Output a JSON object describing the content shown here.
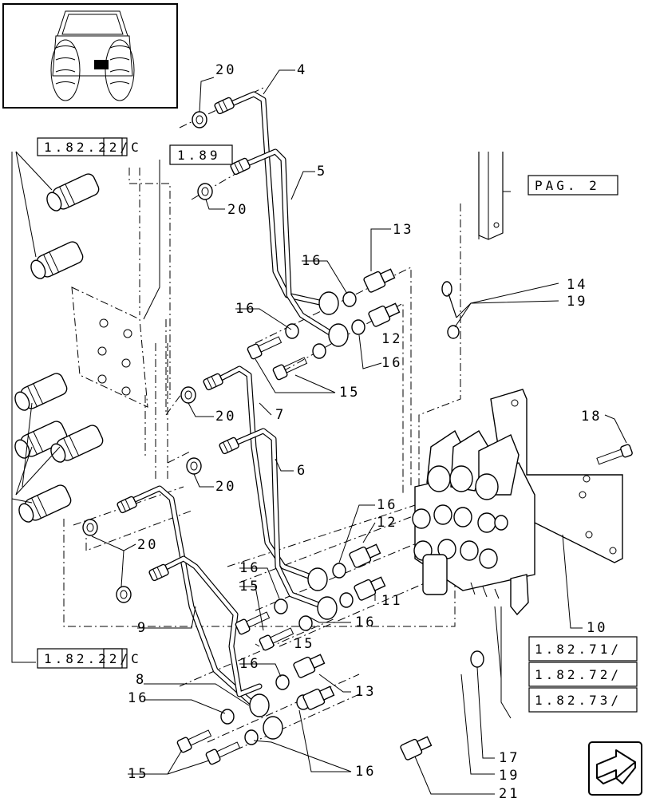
{
  "references": {
    "ref_top": "1.82.22/C",
    "ref_top_2": "1.89",
    "ref_bottom": "1.82.22/C",
    "page": "PAG. 2",
    "side": [
      "1.82.71/",
      "1.82.72/",
      "1.82.73/"
    ]
  },
  "callouts": {
    "c20a": "20",
    "c4": "4",
    "c5": "5",
    "c20b": "20",
    "c13a": "13",
    "c16a": "16",
    "c14": "14",
    "c19a": "19",
    "c16b": "16",
    "c12a": "12",
    "c16c": "16",
    "c15a": "15",
    "c20c": "20",
    "c7": "7",
    "c18": "18",
    "c6": "6",
    "c20d": "20",
    "c16d": "16",
    "c12b": "12",
    "c20e": "20",
    "c16e": "16",
    "c15b": "15",
    "c11": "11",
    "c16f": "16",
    "c9": "9",
    "c10": "10",
    "c15c": "15",
    "c16g": "16",
    "c8": "8",
    "c13b": "13",
    "c16h": "16",
    "c15d": "15",
    "c16i": "16",
    "c17": "17",
    "c19b": "19",
    "c21": "21"
  },
  "icons": {
    "nav": "next-page-arrow-icon",
    "thumbnail": "tractor-rear-view-icon"
  }
}
